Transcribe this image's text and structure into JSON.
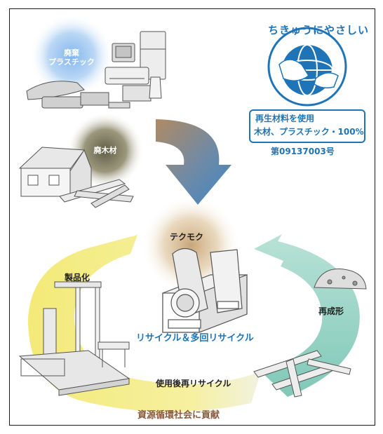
{
  "waste": {
    "plastic_line1": "廃棄",
    "plastic_line2": "プラスチック",
    "wood": "廃木材"
  },
  "ecomark": {
    "arc_text": "ちきゅうにやさしい",
    "box_line1": "再生材料を使用",
    "box_line2": "木材、プラスチック・100%",
    "number": "第09137003号"
  },
  "cycle": {
    "center": "テクモク",
    "products": "製品化",
    "reform": "再成形",
    "recycle_multi": "リサイクル＆多回リサイクル",
    "after_use": "使用後再リサイクル",
    "footer": "資源循環社会に貢献"
  },
  "colors": {
    "eco_blue": "#1f74b8",
    "cycle_yellow": "#f3ea78",
    "cycle_teal": "#8fcfc0",
    "arrow_brown": "#b08a63",
    "arrow_blue": "#3d86c4",
    "footer_brown": "#8a5a3c"
  }
}
